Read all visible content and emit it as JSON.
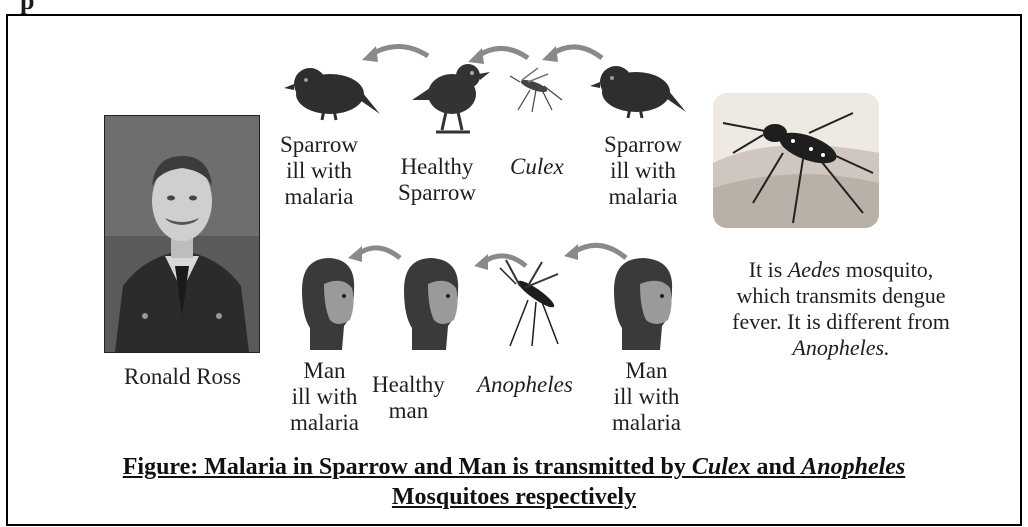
{
  "heading_fragment": "p",
  "sparrow_row": {
    "sparrow_ill_1": [
      "Sparrow",
      "ill with",
      "malaria"
    ],
    "healthy_sparrow": [
      "Healthy",
      "Sparrow"
    ],
    "vector": "Culex",
    "sparrow_ill_2": [
      "Sparrow",
      "ill with",
      "malaria"
    ]
  },
  "man_row": {
    "man_ill_1": [
      "Man",
      "ill with",
      "malaria"
    ],
    "healthy_man": [
      "Healthy",
      "man"
    ],
    "vector": "Anopheles",
    "man_ill_2": [
      "Man",
      "ill with",
      "malaria"
    ]
  },
  "portrait_label": "Ronald Ross",
  "aedes_note": {
    "line1_pre": "It is ",
    "line1_italic": "Aedes",
    "line1_post": " mosquito,",
    "line2": "which transmits dengue",
    "line3": "fever. It is different from",
    "line4_italic": "Anopheles."
  },
  "caption": {
    "part1": "Figure: Malaria in Sparrow and Man is transmitted by ",
    "italic1": "Culex",
    "part2": " and ",
    "italic2": "Anopheles",
    "line2": "Mosquitoes respectively"
  }
}
